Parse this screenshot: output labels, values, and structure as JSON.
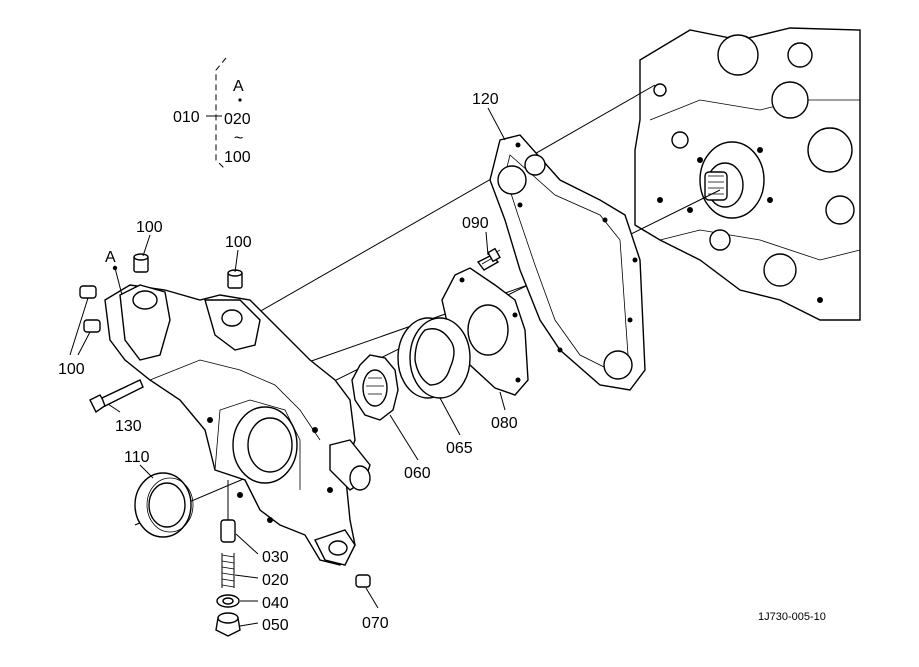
{
  "labels": {
    "p010": "010",
    "a_top": "A",
    "p020_top": "020",
    "tilde": "~",
    "p100_top": "100",
    "p120": "120",
    "p090": "090",
    "p100_a": "100",
    "p100_b": "100",
    "a_left": "A",
    "p100_c": "100",
    "p130": "130",
    "p110": "110",
    "p060": "060",
    "p065": "065",
    "p080": "080",
    "p030": "030",
    "p020": "020",
    "p040": "040",
    "p050": "050",
    "p070": "070"
  },
  "figure_code": "1J730-005-10"
}
